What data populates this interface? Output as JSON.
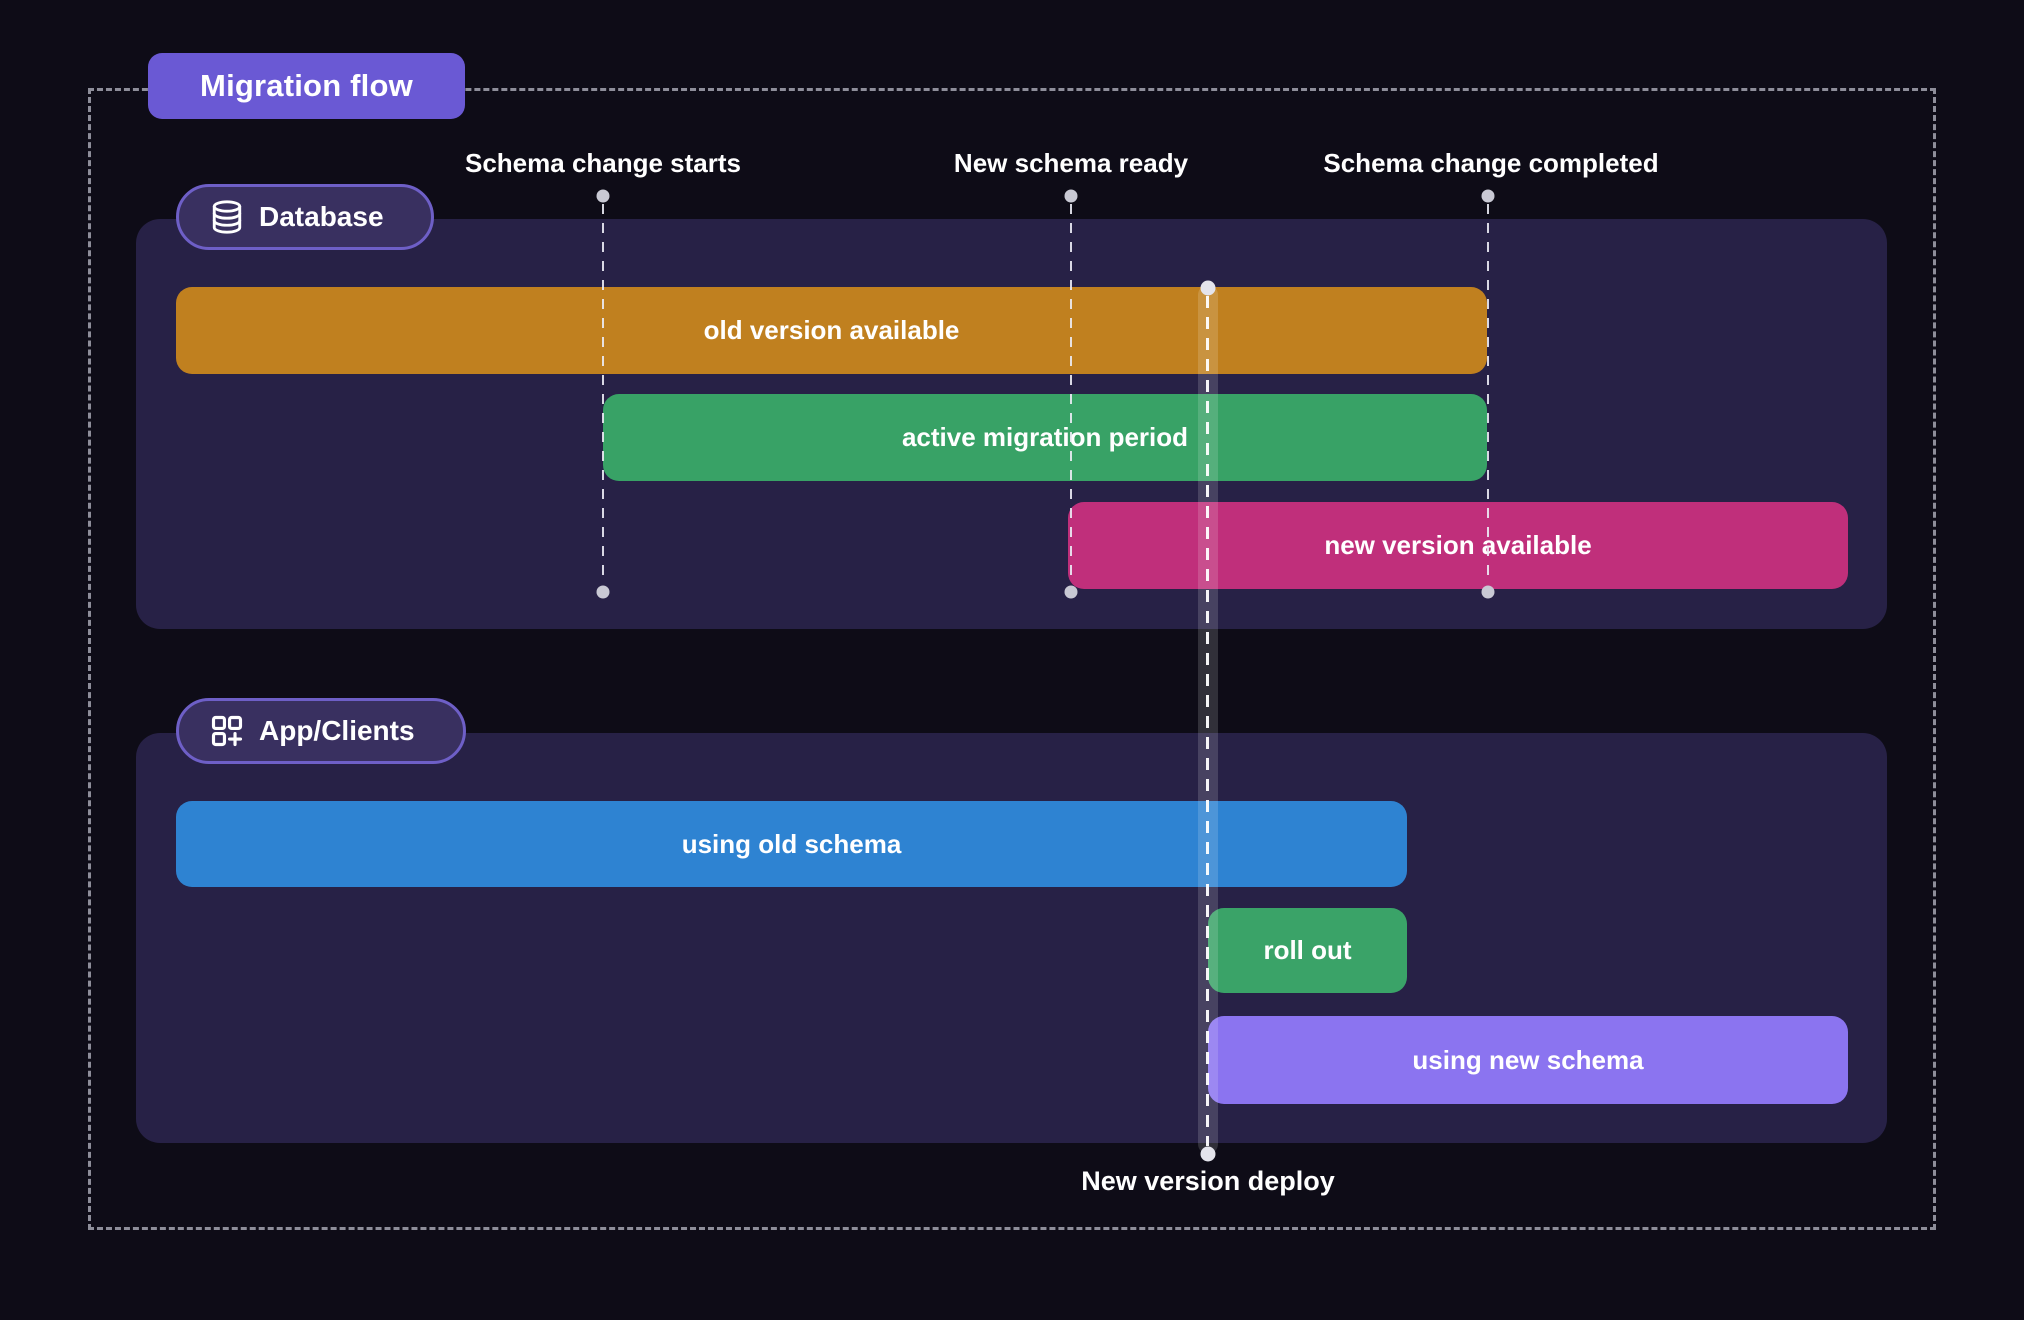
{
  "title": "Migration flow",
  "colors": {
    "page_bg": "#0E0C17",
    "panel_bg": "#272146",
    "accent_purple": "#6A59D4",
    "badge_bg": "#393060",
    "badge_border": "#6E5FC7",
    "frame_dash": "#8E8E9A",
    "milestone_dot": "#C9C9D4",
    "deploy_line": "#FFFFFF"
  },
  "milestones": [
    {
      "label": "Schema change starts"
    },
    {
      "label": "New schema ready"
    },
    {
      "label": "Schema change completed"
    }
  ],
  "deploy": {
    "label": "New version deploy"
  },
  "lanes": [
    {
      "label": "Database",
      "icon": "database-icon",
      "bars": [
        {
          "label": "old version available",
          "color": "#C0801F"
        },
        {
          "label": "active migration period",
          "color": "#38A266"
        },
        {
          "label": "new version available",
          "color": "#C02F7B"
        }
      ]
    },
    {
      "label": "App/Clients",
      "icon": "apps-plus-icon",
      "bars": [
        {
          "label": "using old schema",
          "color": "#2E83D2"
        },
        {
          "label": "roll out",
          "color": "#3AA368"
        },
        {
          "label": "using new schema",
          "color": "#8B74F0"
        }
      ]
    }
  ]
}
